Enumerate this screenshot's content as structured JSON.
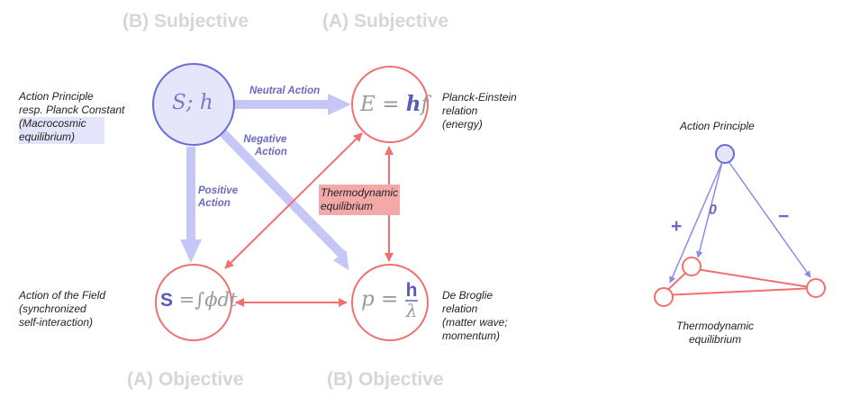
{
  "headings": {
    "top_left": "(B) Subjective",
    "top_right": "(A) Subjective",
    "bottom_left": "(A) Objective",
    "bottom_right": "(B) Objective"
  },
  "nodes": {
    "action": {
      "formula": "S; h"
    },
    "planck": {
      "lhs": "E = ",
      "h": "h",
      "f": "f"
    },
    "field": {
      "s": "S",
      "rest": " =∫ϕdt"
    },
    "debroglie": {
      "lhs": "p = ",
      "num": "h",
      "den": "λ"
    }
  },
  "side_notes": {
    "action_principle": [
      "Action Principle",
      "resp. Planck Constant"
    ],
    "action_highlight": [
      "(Macrocosmic",
      "equilibrium)"
    ],
    "planck_einstein": [
      "Planck-Einstein",
      "relation",
      "(energy)"
    ],
    "action_field": [
      "Action of the Field",
      "(synchronized",
      "self-interaction)"
    ],
    "de_broglie": [
      "De Broglie",
      "relation",
      "(matter wave;",
      "momentum)"
    ]
  },
  "edge_labels": {
    "neutral": "Neutral Action",
    "negative": [
      "Negative",
      "Action"
    ],
    "positive": [
      "Positive",
      "Action"
    ],
    "thermo": [
      "Thermodynamic",
      "equilibrium"
    ]
  },
  "small_diagram": {
    "top_label": "Action Principle",
    "bottom_label": [
      "Thermodynamic",
      "equilibrium"
    ],
    "plus": "+",
    "zero": "0",
    "minus": "−"
  },
  "colors": {
    "blue_stroke": "#6a6ad8",
    "blue_fill": "#e6e6fb",
    "blue_arrow": "#c6c6f7",
    "red": "#f07070"
  }
}
